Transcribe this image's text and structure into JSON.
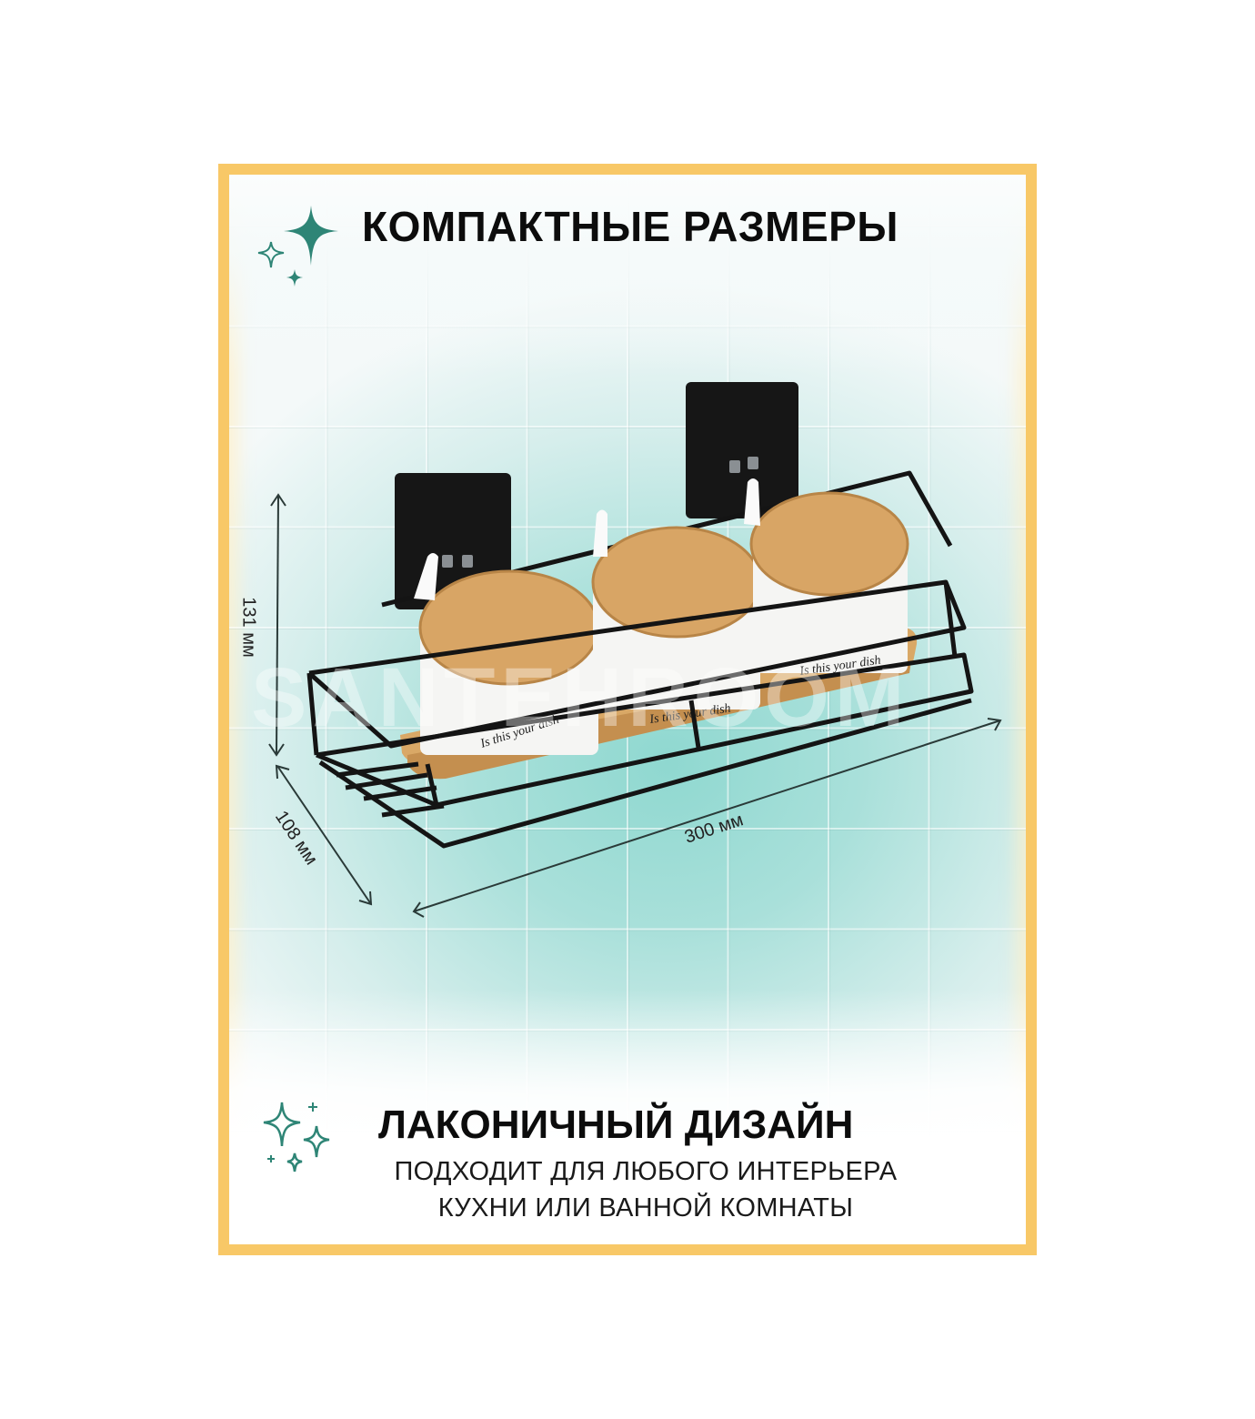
{
  "colors": {
    "frame": "#f8c867",
    "accent": "#2e8576",
    "tile_bg": "#a9e0da",
    "text": "#0c0c0c",
    "bamboo": "#d9a866",
    "metal": "#141414"
  },
  "header": {
    "title": "КОМПАКТНЫЕ РАЗМЕРЫ",
    "icon": "sparkles-icon"
  },
  "product_image": {
    "description": "Black wire wall shelf with two adhesive mounts, bamboo tray and three white ceramic jars with bamboo lids and spoons",
    "jar_caption": "Is this your dish",
    "watermark": "SANTEHROOM"
  },
  "dimensions": {
    "height": "131 мм",
    "depth": "108 мм",
    "width": "300 мм"
  },
  "footer": {
    "title": "ЛАКОНИЧНЫЙ ДИЗАЙН",
    "subtitle_line1": "ПОДХОДИТ ДЛЯ ЛЮБОГО ИНТЕРЬЕРА",
    "subtitle_line2": "КУХНИ ИЛИ ВАННОЙ КОМНАТЫ",
    "icon": "sparkles-outline-icon"
  }
}
